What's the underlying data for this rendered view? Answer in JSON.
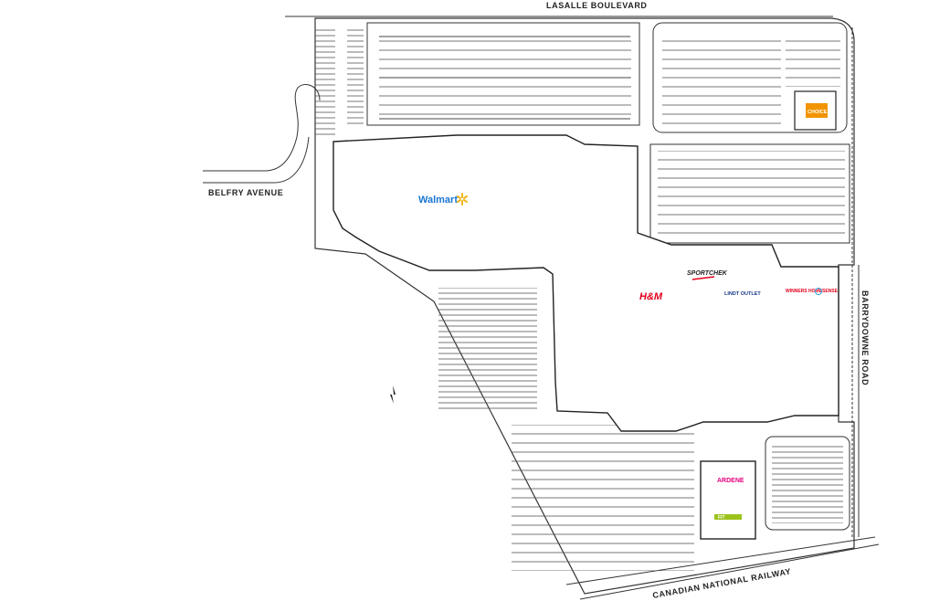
{
  "roads": {
    "north": "LASALLE BOULEVARD",
    "west": "BELFRY AVENUE",
    "east": "BARRYDOWNE ROAD",
    "south": "CANADIAN NATIONAL RAILWAY"
  },
  "tenants": {
    "walmart": "Walmart",
    "hm": "H&M",
    "sportchek": "SPORTCHEK",
    "lindt": "LINDT OUTLET",
    "winners": "WINNERS HOMESENSE",
    "ardene": "ARDENE",
    "pad": "CHOICE",
    "green_store": "FIT"
  },
  "colors": {
    "lines": "#333333",
    "walmart_blue": "#1a75cf",
    "walmart_spark": "#f2b51c",
    "hm_red": "#e2001a",
    "ardene_pink": "#e6007e",
    "pad_orange": "#f29400",
    "green_store": "#9cc31c"
  },
  "icons": {
    "north_arrow": "north-arrow-icon",
    "walmart_spark": "spark-icon"
  }
}
